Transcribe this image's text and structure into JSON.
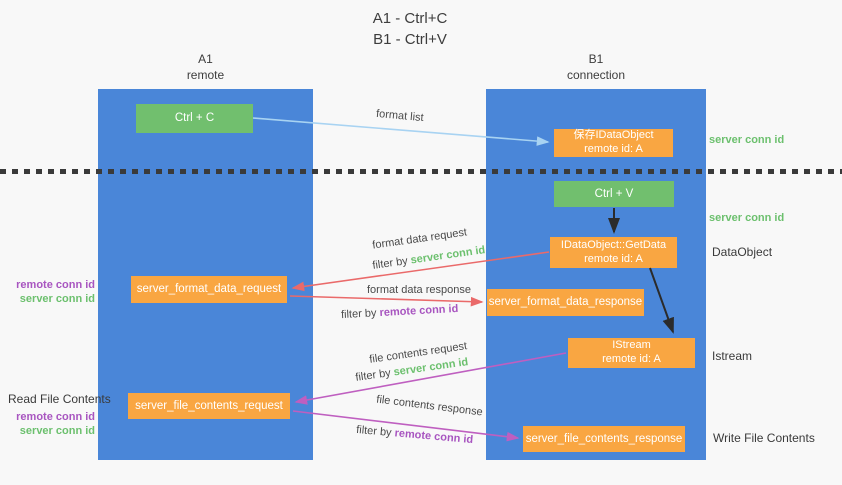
{
  "title": {
    "line1": "A1 - Ctrl+C",
    "line2": "B1 - Ctrl+V"
  },
  "columns": {
    "left": {
      "header_line1": "A1",
      "header_line2": "remote"
    },
    "right": {
      "header_line1": "B1",
      "header_line2": "connection"
    }
  },
  "nodes": {
    "ctrl_c": "Ctrl + C",
    "save_idataobject_line1": "保存IDataObject",
    "save_idataobject_line2": "remote id: A",
    "ctrl_v": "Ctrl + V",
    "getdata_line1": "IDataObject::GetData",
    "getdata_line2": "remote id: A",
    "format_request": "server_format_data_request",
    "format_response": "server_format_data_response",
    "istream_line1": "IStream",
    "istream_line2": "remote id: A",
    "file_request": "server_file_contents_request",
    "file_response": "server_file_contents_response"
  },
  "center_labels": {
    "format_list": "format list",
    "format_req": "format data request",
    "format_req_filter_prefix": "filter by ",
    "format_req_filter_key": "server conn id",
    "format_resp": "format data response",
    "format_resp_filter_prefix": "filter by ",
    "format_resp_filter_key": "remote conn id",
    "file_req": "file contents request",
    "file_req_filter_prefix": "filter by ",
    "file_req_filter_key": "server conn id",
    "file_resp": "file contents response",
    "file_resp_filter_prefix": "filter by ",
    "file_resp_filter_key": "remote conn id"
  },
  "left_labels": {
    "pair1_remote": "remote conn id",
    "pair1_server": "server conn id",
    "read_file_contents": "Read File Contents",
    "pair2_remote": "remote conn id",
    "pair2_server": "server conn id"
  },
  "right_labels": {
    "server_conn_top": "server conn id",
    "server_conn_mid": "server conn id",
    "dataobject": "DataObject",
    "istream": "Istream",
    "write_file_contents": "Write File Contents"
  },
  "colors": {
    "column_blue": "#4a86d8",
    "box_green": "#71bf6e",
    "box_orange": "#f9a642",
    "text_green": "#6cc06e",
    "text_purple": "#a855c0",
    "arrow_red": "#ea6a6a",
    "arrow_magenta": "#bf5fc0",
    "arrow_lightblue": "#a8d3f2",
    "arrow_black": "#2b2b2b",
    "dotted_line": "#3a3a3a"
  }
}
